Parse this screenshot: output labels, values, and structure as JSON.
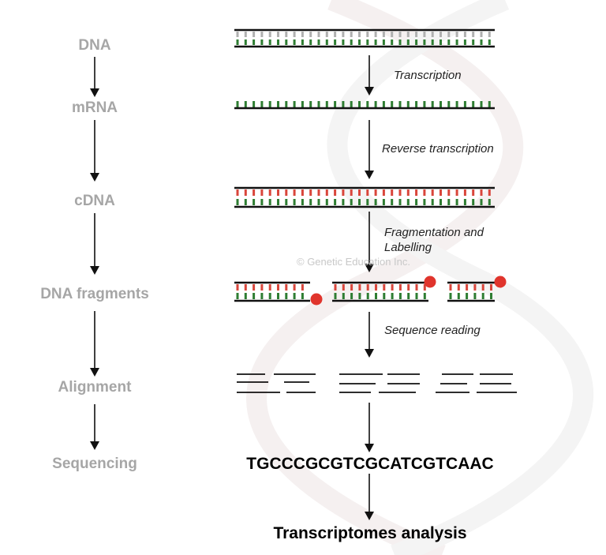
{
  "stages": [
    {
      "label": "DNA"
    },
    {
      "label": "mRNA"
    },
    {
      "label": "cDNA"
    },
    {
      "label": "DNA fragments"
    },
    {
      "label": "Alignment"
    },
    {
      "label": "Sequencing"
    }
  ],
  "processes": [
    {
      "lines": [
        "Transcription"
      ]
    },
    {
      "lines": [
        "Reverse transcription"
      ]
    },
    {
      "lines": [
        "Fragmentation and",
        "Labelling"
      ]
    },
    {
      "lines": [
        "Sequence reading"
      ]
    }
  ],
  "sequence": "TGCCCGCGTCGCATCGTCAAC",
  "result": "Transcriptomes analysis",
  "watermark": "© Genetic Education Inc.",
  "colors": {
    "strand": "#111111",
    "base_green": "#2e7d32",
    "base_red": "#d9463b",
    "dna_top_base": "#b0b0b0",
    "label_dot": "#e0342c",
    "stage_text": "#a6a6a6",
    "helix_bg": "#f6f6f6"
  }
}
